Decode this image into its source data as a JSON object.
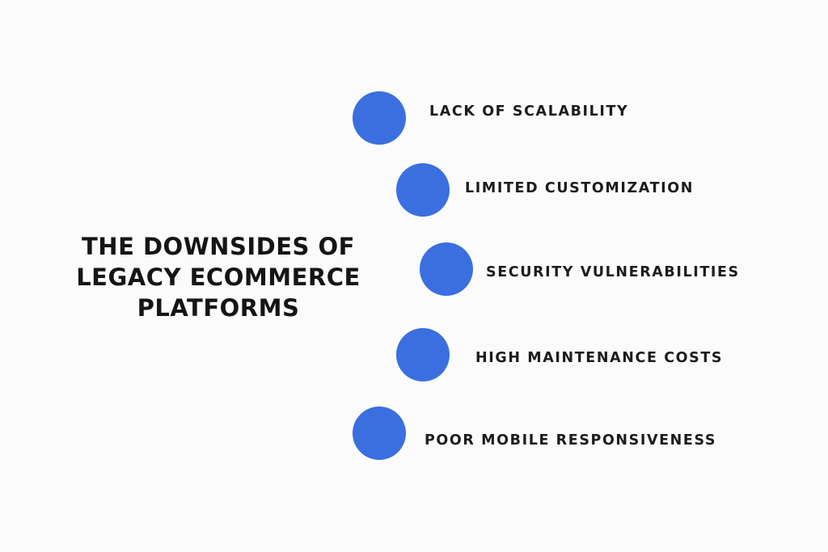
{
  "title": {
    "lines": [
      "THE DOWNSIDES OF",
      "LEGACY ECOMMERCE",
      "PLATFORMS"
    ]
  },
  "dot_color": "#3b6fe0",
  "items": [
    {
      "label": "LACK OF SCALABILITY"
    },
    {
      "label": "LIMITED CUSTOMIZATION"
    },
    {
      "label": "SECURITY VULNERABILITIES"
    },
    {
      "label": "HIGH MAINTENANCE COSTS"
    },
    {
      "label": "POOR MOBILE RESPONSIVENESS"
    }
  ]
}
